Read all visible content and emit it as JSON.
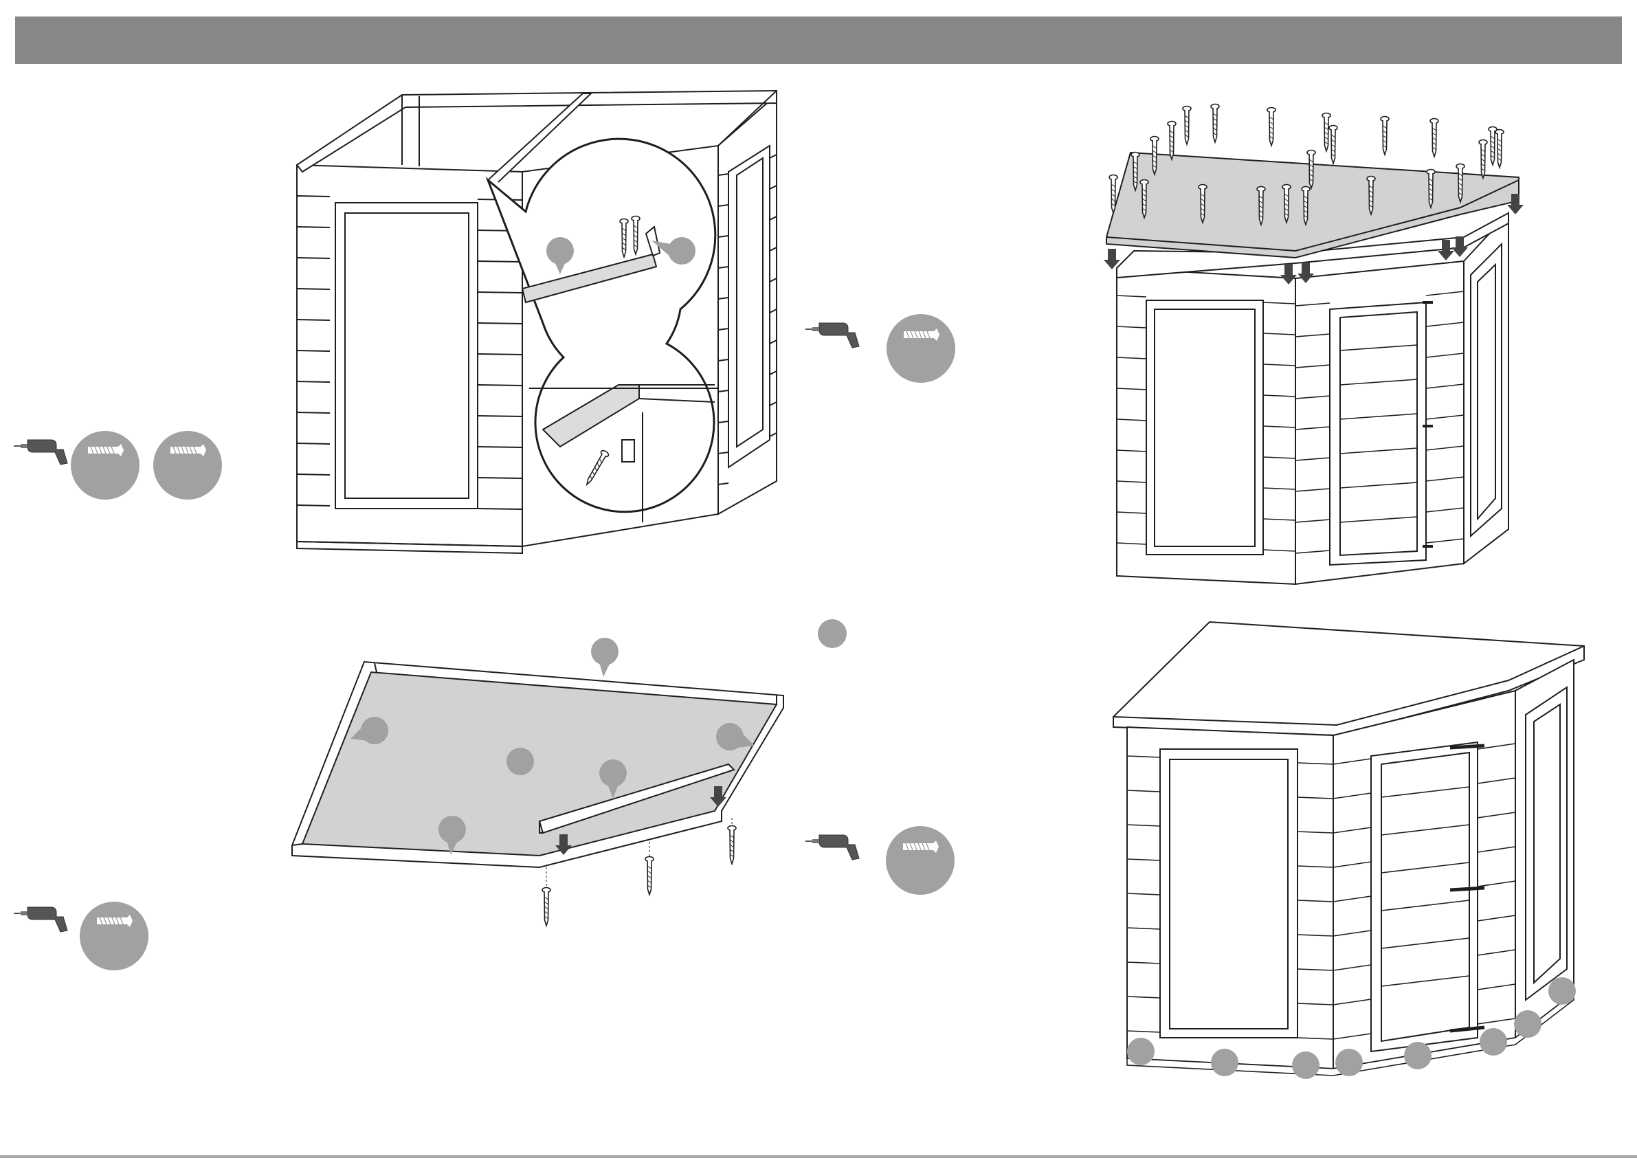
{
  "header": {
    "title": ""
  },
  "colors": {
    "header_bar": "#878787",
    "badge": "#a1a1a1",
    "panel_fill": "#d2d2d2",
    "line": "#1e1e1e",
    "drill": "#555555"
  },
  "icons": {
    "drill": "drill-icon",
    "screw": "screw-icon",
    "part_marker": "part-marker-icon",
    "arrow": "arrow-down-icon"
  },
  "steps": [
    {
      "name": "step-top-frame-brackets",
      "tool": "drill-icon",
      "screw_badges": 2
    },
    {
      "name": "step-roof-panel-screws",
      "tool": "drill-icon",
      "screw_badges": 1
    },
    {
      "name": "step-roof-panel-battens",
      "tool": "drill-icon",
      "screw_badges": 1
    },
    {
      "name": "step-roof-fitting-screws",
      "tool": "drill-icon",
      "screw_badges": 1
    },
    {
      "name": "step-completed-shed",
      "tool": "",
      "screw_badges": 0
    }
  ]
}
